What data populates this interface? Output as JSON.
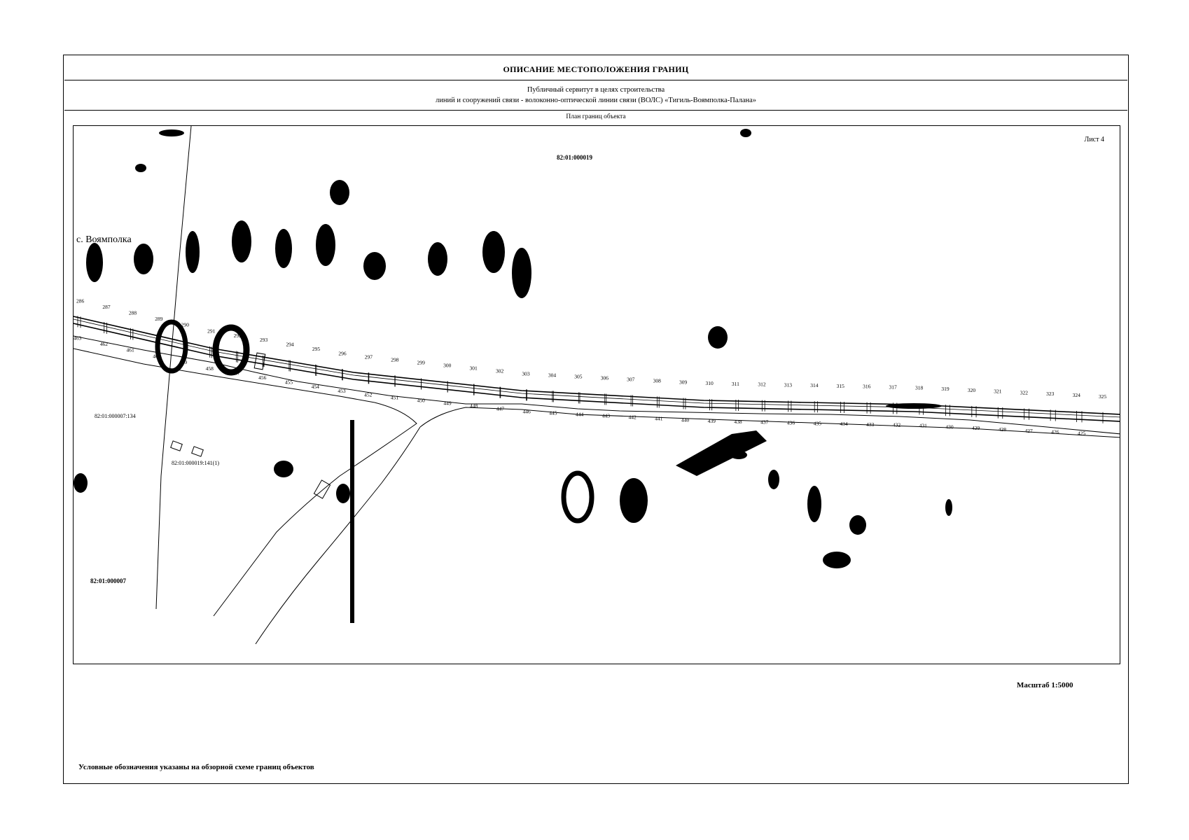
{
  "header": {
    "title": "ОПИСАНИЕ МЕСТОПОЛОЖЕНИЯ ГРАНИЦ",
    "subtitle_line1": "Публичный сервитут в целях строительства",
    "subtitle_line2": "линий и сооружений связи - волоконно-оптической линии связи (ВОЛС) «Тигиль-Воямполка-Палана»"
  },
  "plan": {
    "label": "План границ объекта",
    "sheet": "Лист 4",
    "settlement": "с. Воямполка",
    "cadastral": {
      "block_north": "82:01:000019",
      "block_south": "82:01:000007",
      "parcel_west": "82:01:000007:134",
      "parcel_south": "82:01:000019:141(1)"
    },
    "upper_points": [
      "286",
      "287",
      "288",
      "289",
      "290",
      "291",
      "292",
      "293",
      "294",
      "295",
      "296",
      "297",
      "298",
      "299",
      "300",
      "301",
      "302",
      "303",
      "304",
      "305",
      "306",
      "307",
      "308",
      "309",
      "310",
      "311",
      "312",
      "313",
      "314",
      "315",
      "316",
      "317",
      "318",
      "319",
      "320",
      "321",
      "322",
      "323",
      "324",
      "325"
    ],
    "lower_points": [
      "463",
      "462",
      "461",
      "460",
      "459",
      "458",
      "457",
      "456",
      "455",
      "454",
      "453",
      "452",
      "451",
      "450",
      "449",
      "448",
      "447",
      "446",
      "445",
      "444",
      "443",
      "442",
      "441",
      "440",
      "439",
      "438",
      "437",
      "436",
      "435",
      "434",
      "433",
      "432",
      "431",
      "430",
      "429",
      "428",
      "427",
      "426",
      "425"
    ]
  },
  "footer": {
    "scale": "Масштаб 1:5000",
    "legend_note": "Условные обозначения указаны на обзорной схеме границ объектов"
  },
  "colors": {
    "ink": "#000000",
    "paper": "#ffffff"
  }
}
